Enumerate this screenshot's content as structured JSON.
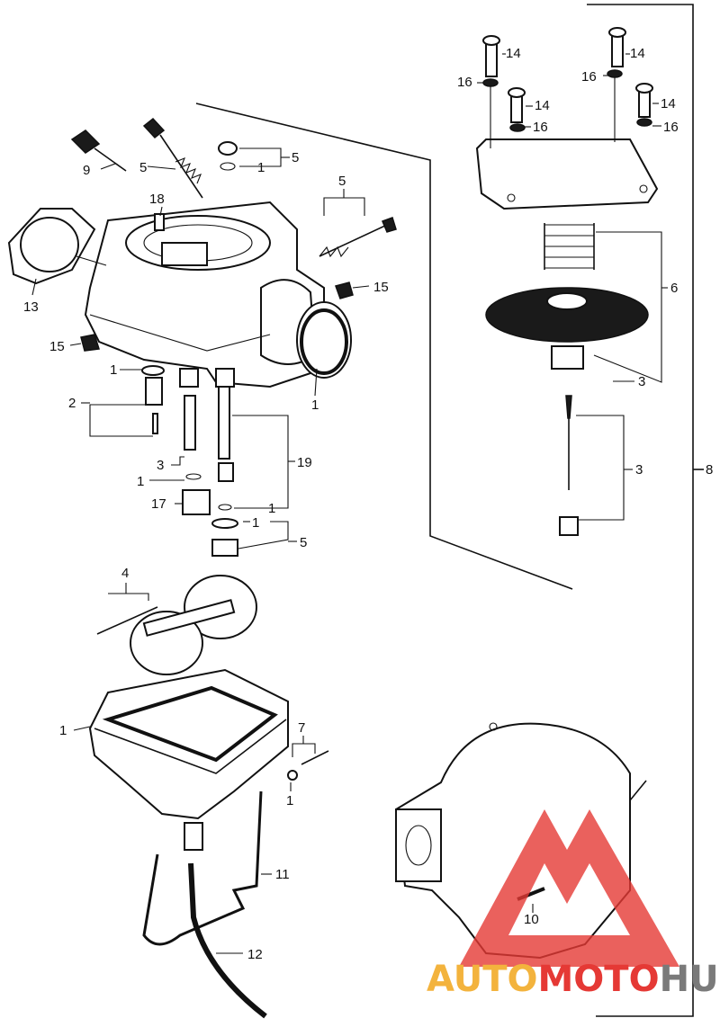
{
  "diagram": {
    "callouts": {
      "c1a": "1",
      "c1b": "1",
      "c1c": "1",
      "c1d": "1",
      "c1e": "1",
      "c1f": "1",
      "c1g": "1",
      "c1h": "1",
      "c1i": "1",
      "c2": "2",
      "c3a": "3",
      "c3b": "3",
      "c3c": "3",
      "c4": "4",
      "c5a": "5",
      "c5b": "5",
      "c5c": "5",
      "c5d": "5",
      "c6": "6",
      "c7": "7",
      "c8": "8",
      "c9": "9",
      "c10": "10",
      "c11": "11",
      "c12": "12",
      "c13": "13",
      "c14a": "14",
      "c14b": "14",
      "c14c": "14",
      "c14d": "14",
      "c15a": "15",
      "c15b": "15",
      "c16a": "16",
      "c16b": "16",
      "c16c": "16",
      "c16d": "16",
      "c17": "17",
      "c18": "18",
      "c19": "19"
    }
  },
  "watermark": {
    "brand_part1": "AUTO",
    "brand_part2": "MOTO",
    "brand_part3": "HUB",
    "colors": {
      "auto": "#f3b33d",
      "moto": "#e53935",
      "hub": "#7a7a7a",
      "logo": "#e53935"
    }
  }
}
